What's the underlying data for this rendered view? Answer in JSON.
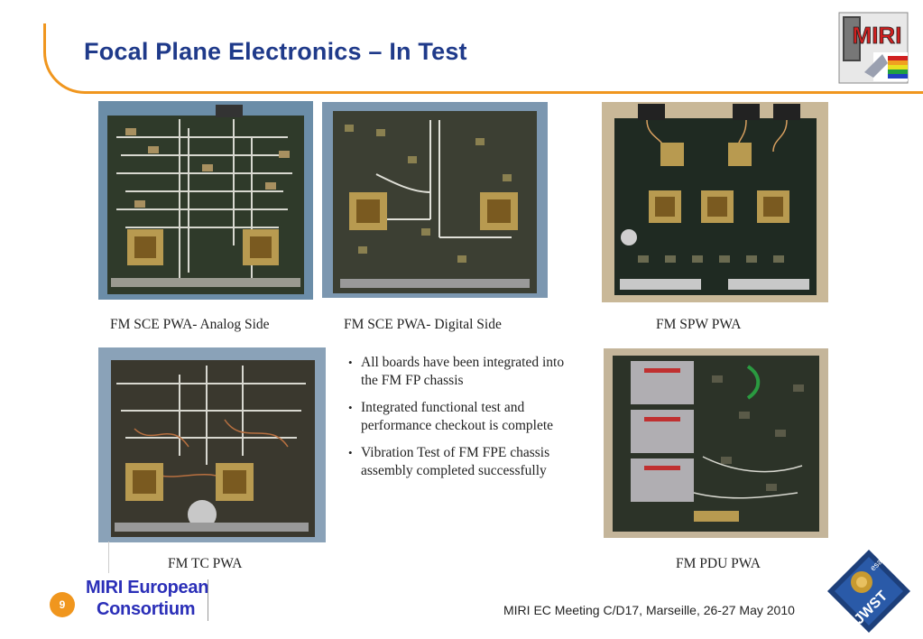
{
  "slide": {
    "title": "Focal Plane Electronics – In Test",
    "page_number": "9",
    "footer": "MIRI EC Meeting C/D17, Marseille, 26-27 May 2010",
    "accent_color": "#f0961e",
    "title_color": "#1f3a8a"
  },
  "logos": {
    "miri_text": "MIRI",
    "consortium_line1": "MIRI European",
    "consortium_line2": "Consortium",
    "jwst_text": "JWST",
    "esa_text": "esa"
  },
  "photos": [
    {
      "caption": "FM SCE PWA- Analog Side"
    },
    {
      "caption": "FM SCE PWA- Digital Side"
    },
    {
      "caption": "FM SPW PWA"
    },
    {
      "caption": "FM TC PWA"
    },
    {
      "caption": "FM PDU PWA"
    }
  ],
  "bullets": [
    "All boards have been integrated into the FM FP chassis",
    "Integrated functional test and performance checkout is complete",
    "Vibration Test of FM FPE chassis assembly completed successfully"
  ]
}
